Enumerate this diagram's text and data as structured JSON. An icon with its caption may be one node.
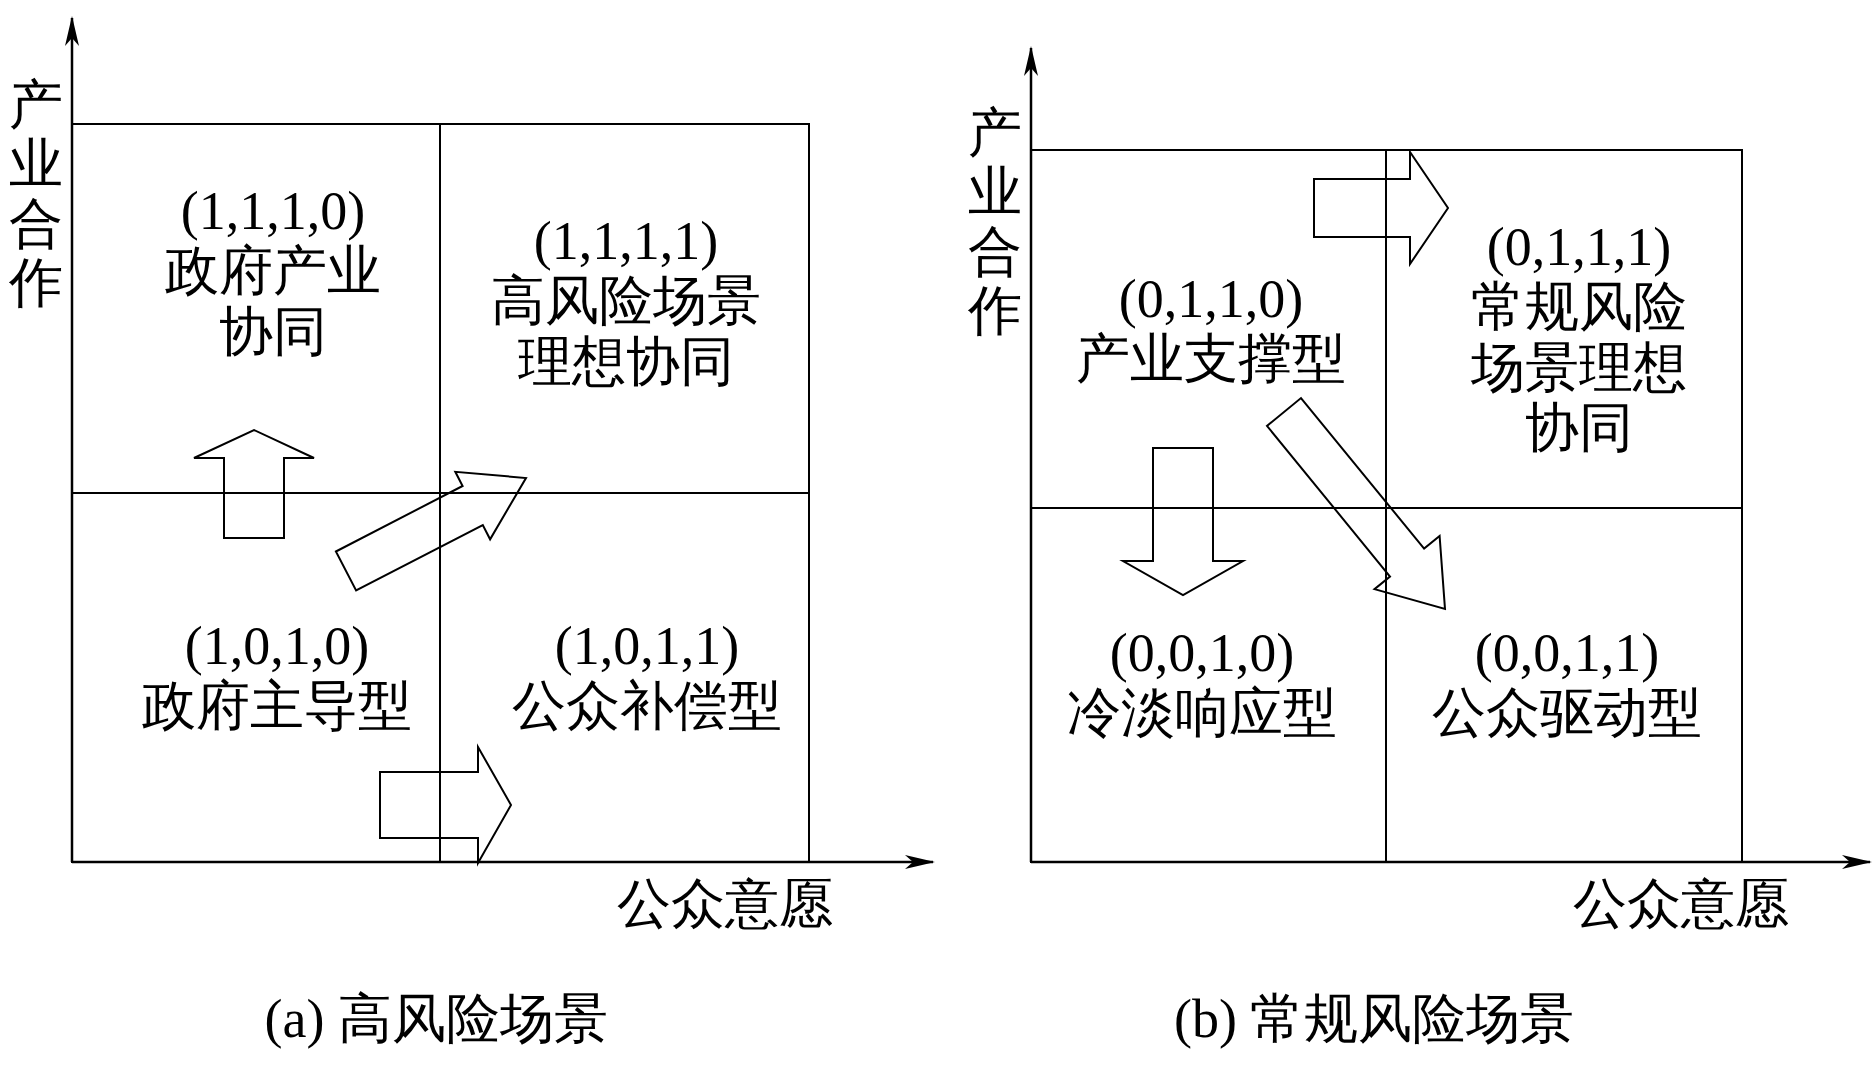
{
  "diagram": {
    "nodes": [
      {
        "text": [
          "(1,1,1,0)",
          "政府产业协同"
        ]
      },
      {
        "text": [
          "(1,1,1,1)",
          "高风险场景理想协同"
        ]
      },
      {
        "text": [
          "(1,0,1,0)",
          "政府主导型"
        ]
      },
      {
        "text": [
          "(1,0,1,1)",
          "公众补偿型"
        ]
      },
      {
        "text": [
          "(0,1,1,0)",
          "产业支撑型"
        ]
      },
      {
        "text": [
          "(0,1,1,1)",
          "常规风险场景理想协同"
        ]
      },
      {
        "text": [
          "(0,0,1,0)",
          "冷淡响应型"
        ]
      },
      {
        "text": [
          "(0,0,1,1)",
          "公众驱动型"
        ]
      }
    ],
    "edges": [
      {
        "from": 2,
        "to": 0,
        "arrow": "to"
      },
      {
        "from": 2,
        "to": 1,
        "arrow": "to"
      },
      {
        "from": 2,
        "to": 3,
        "arrow": "to"
      },
      {
        "from": 4,
        "to": 5,
        "arrow": "to"
      },
      {
        "from": 4,
        "to": 6,
        "arrow": "to"
      },
      {
        "from": 4,
        "to": 7,
        "arrow": "to"
      }
    ],
    "labels": [
      "产业合作",
      "公众意愿",
      "产业合作",
      "公众意愿",
      "(a) 高风险场景",
      "(b) 常规风险场景"
    ]
  }
}
